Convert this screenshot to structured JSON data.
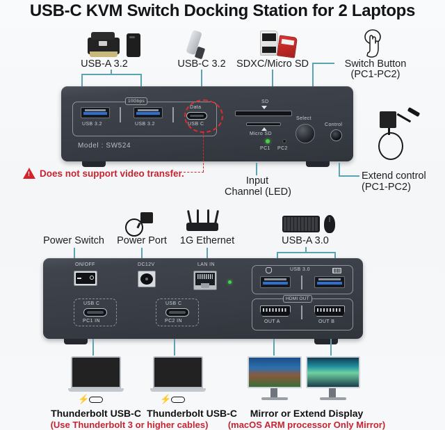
{
  "title": "USB-C KVM Switch Docking Station for 2 Laptops",
  "colors": {
    "background": "#f7f8fa",
    "connector_line": "#5ba3b0",
    "warning_red": "#c62431",
    "highlight_red": "#e02b2b",
    "device_body": "#3a3e46",
    "title_text": "#141414"
  },
  "front_section": {
    "callouts": [
      {
        "label": "USB-A 3.2",
        "icon": "printer-and-external-drive-icon"
      },
      {
        "label": "USB-C 3.2",
        "icon": "usb-flash-drive-icon"
      },
      {
        "label": "SDXC/Micro SD",
        "icon": "sd-card-icon"
      },
      {
        "label_line1": "Switch Button",
        "label_line2": "(PC1-PC2)",
        "icon": "touch-hand-icon"
      },
      {
        "label_line1": "Input",
        "label_line2": "Channel (LED)"
      },
      {
        "label_line1": "Extend control",
        "label_line2": "(PC1-PC2)",
        "icon": "extend-control-cable-icon"
      }
    ],
    "warning": {
      "icon": "warning-triangle-icon",
      "text": "Does not support video transfer."
    },
    "panel": {
      "speed_badge": "10Gbps",
      "usb_a_1": "USB 3.2",
      "usb_a_2": "USB 3.2",
      "usb_c_top": "Data",
      "usb_c_bottom": "USB C",
      "sd_label": "SD",
      "micro_sd_label": "Micro SD",
      "select_label": "Select",
      "control_label": "Control",
      "led_pc1": "PC1",
      "led_pc2": "PC2",
      "model": "Model : SW524"
    }
  },
  "rear_section": {
    "callouts": [
      {
        "label": "Power Switch",
        "icon": "power-switch-icon"
      },
      {
        "label": "Power Port",
        "icon": "power-adapter-icon"
      },
      {
        "label": "1G Ethernet",
        "icon": "router-icon"
      },
      {
        "label": "USB-A 3.0",
        "icon": "keyboard-and-mouse-icon"
      }
    ],
    "panel": {
      "on_off": "ON/OFF",
      "dc_label": "DC12V",
      "lan_label": "LAN IN",
      "usb_c_pc1_top": "USB C",
      "usb_c_pc1_bottom": "PC1 IN",
      "usb_c_pc2_top": "USB C",
      "usb_c_pc2_bottom": "PC2 IN",
      "usb3_badge": "USB 3.0",
      "usb3_icon_left": "keyboard-glyph",
      "usb3_icon_right": "mouse-glyph",
      "hdmi_badge": "HDMI OUT",
      "hdmi_out_a": "OUT A",
      "hdmi_out_b": "OUT B"
    }
  },
  "bottom_section": {
    "items": [
      {
        "label": "Thunderbolt USB-C",
        "icon": "macbook-icon",
        "port_icon": "thunderbolt-usbc-icon"
      },
      {
        "label": "Thunderbolt USB-C",
        "icon": "windows-laptop-icon",
        "port_icon": "thunderbolt-usbc-icon"
      }
    ],
    "laptop_note": "(Use Thunderbolt 3 or higher cables)",
    "display_label": "Mirror or Extend Display",
    "display_note": "(macOS ARM processor Only Mirror)",
    "display_icons": [
      "monitor-mountain-icon",
      "monitor-aurora-icon"
    ]
  }
}
